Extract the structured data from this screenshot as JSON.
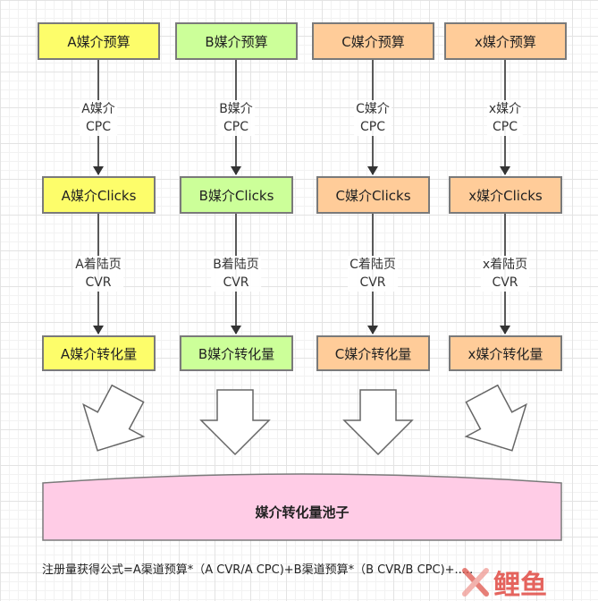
{
  "colors": {
    "A": "#fdfd6a",
    "B": "#ccff99",
    "C": "#ffcc99",
    "x": "#ffcc99",
    "pool": "#ffcce6",
    "border": "#7a7a7a",
    "line": "#595959"
  },
  "columns": [
    {
      "key": "A",
      "budget": "A媒介预算",
      "cpc": "A媒介\nCPC",
      "clicks": "A媒介Clicks",
      "cvr": "A着陆页\nCVR",
      "conversions": "A媒介转化量"
    },
    {
      "key": "B",
      "budget": "B媒介预算",
      "cpc": "B媒介\nCPC",
      "clicks": "B媒介Clicks",
      "cvr": "B着陆页\nCVR",
      "conversions": "B媒介转化量"
    },
    {
      "key": "C",
      "budget": "C媒介预算",
      "cpc": "C媒介\nCPC",
      "clicks": "C媒介Clicks",
      "cvr": "C着陆页\nCVR",
      "conversions": "C媒介转化量"
    },
    {
      "key": "x",
      "budget": "x媒介预算",
      "cpc": "x媒介\nCPC",
      "clicks": "x媒介Clicks",
      "cvr": "x着陆页\nCVR",
      "conversions": "x媒介转化量"
    }
  ],
  "pool": {
    "label": "媒介转化量池子"
  },
  "formula": "注册量获得公式=A渠道预算*（A CVR/A CPC)+B渠道预算*（B CVR/B CPC)+.....",
  "watermark": "鲤鱼",
  "icons": [
    "flow-arrow-icon",
    "block-down-arrow-icon",
    "fish-logo-icon"
  ]
}
